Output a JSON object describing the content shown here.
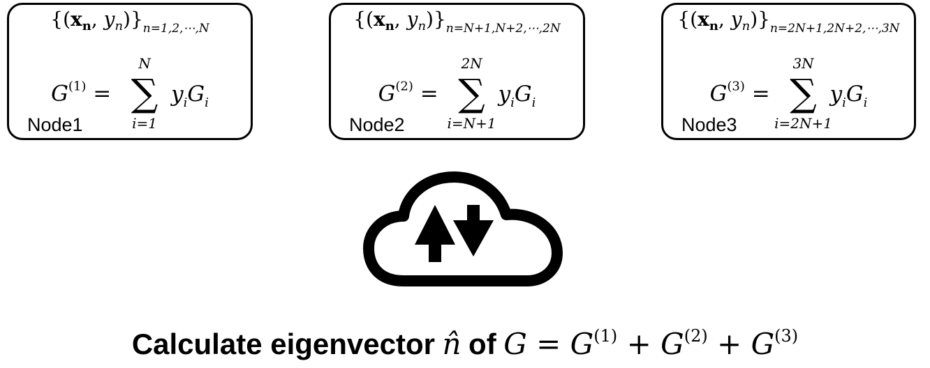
{
  "nodes": [
    {
      "label": "Node1",
      "subset": "n=1,2,⋯,N",
      "superscript": "(1)",
      "sum_upper": "N",
      "sum_lower": "i=1"
    },
    {
      "label": "Node2",
      "subset": "n=N+1,N+2,⋯,2N",
      "superscript": "(2)",
      "sum_upper": "2N",
      "sum_lower": "i=N+1"
    },
    {
      "label": "Node3",
      "subset": "n=2N+1,2N+2,⋯,3N",
      "superscript": "(3)",
      "sum_upper": "3N",
      "sum_lower": "i=2N+1"
    }
  ],
  "caption": {
    "text": "Calculate eigenvector",
    "symbol": "n̂",
    "of": "of",
    "equation_lhs": "G",
    "terms": [
      "(1)",
      "(2)",
      "(3)"
    ]
  },
  "icon": "cloud-upload-download-icon"
}
